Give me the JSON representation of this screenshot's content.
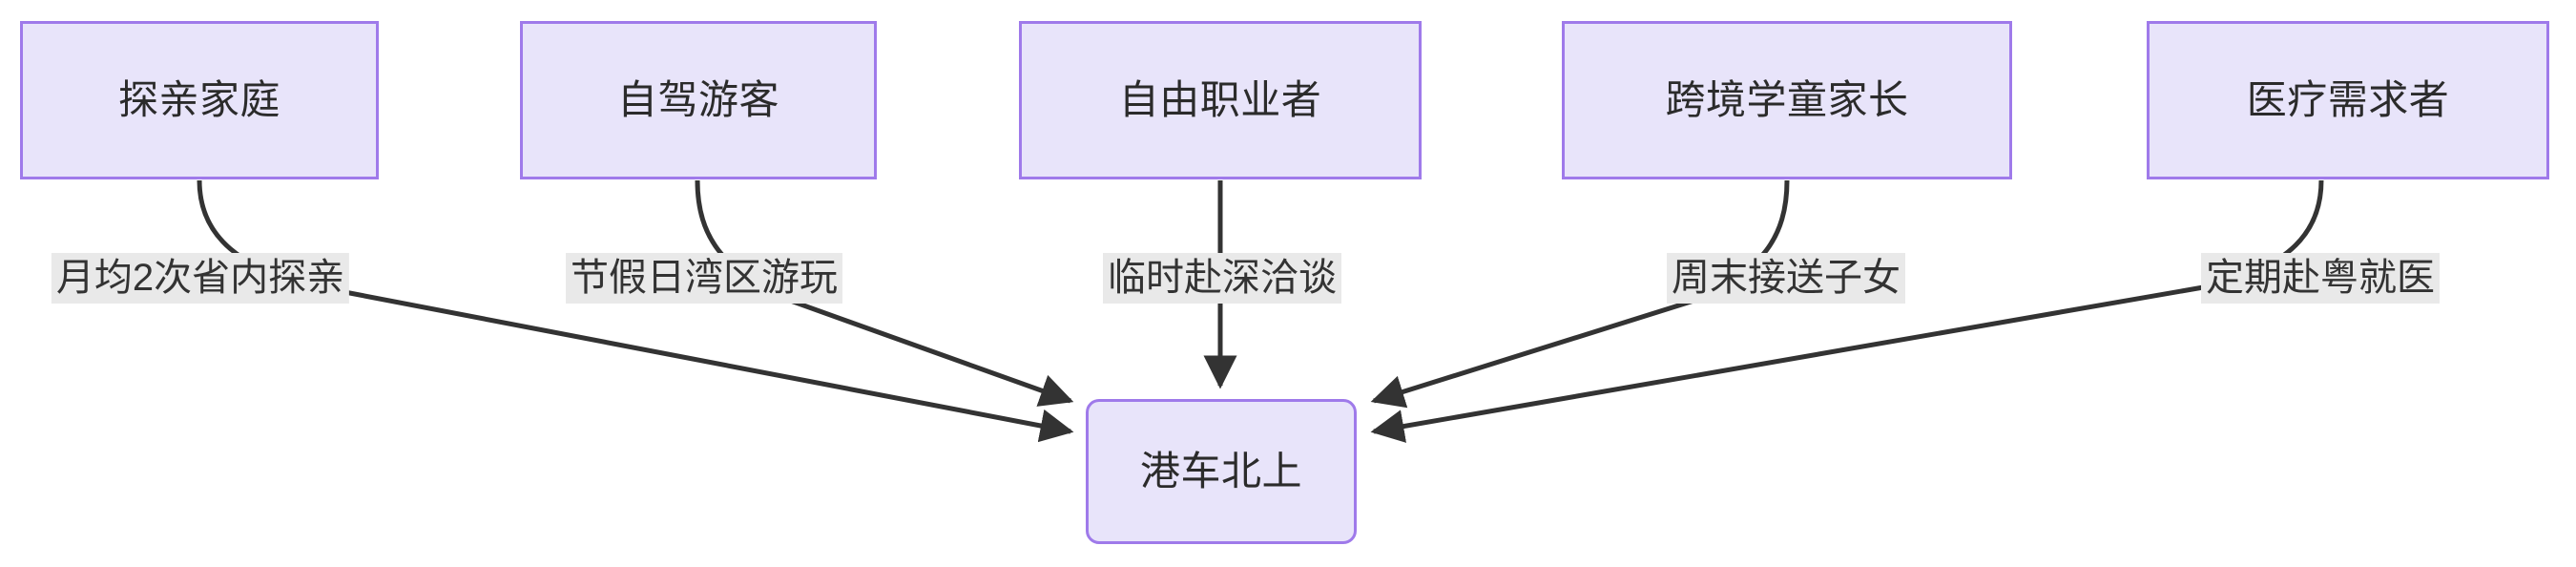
{
  "diagram": {
    "type": "flowchart",
    "direction": "bottom-convergent",
    "background_color": "#ffffff",
    "node_fill": "#e8e4fa",
    "node_border": "#9f7aea",
    "edge_color": "#333333",
    "edge_label_bg": "#e9e9e9",
    "target": {
      "id": "hk-cars-north",
      "label": "港车北上",
      "shape": "rounded-rectangle"
    },
    "sources": [
      {
        "id": "visit-family",
        "label": "探亲家庭",
        "shape": "rectangle"
      },
      {
        "id": "self-drive",
        "label": "自驾游客",
        "shape": "rectangle"
      },
      {
        "id": "freelancer",
        "label": "自由职业者",
        "shape": "rectangle"
      },
      {
        "id": "cross-border-parent",
        "label": "跨境学童家长",
        "shape": "rectangle"
      },
      {
        "id": "medical-need",
        "label": "医疗需求者",
        "shape": "rectangle"
      }
    ],
    "edges": [
      {
        "from": "visit-family",
        "to": "hk-cars-north",
        "label": "月均2次省内探亲"
      },
      {
        "from": "self-drive",
        "to": "hk-cars-north",
        "label": "节假日湾区游玩"
      },
      {
        "from": "freelancer",
        "to": "hk-cars-north",
        "label": "临时赴深洽谈"
      },
      {
        "from": "cross-border-parent",
        "to": "hk-cars-north",
        "label": "周末接送子女"
      },
      {
        "from": "medical-need",
        "to": "hk-cars-north",
        "label": "定期赴粤就医"
      }
    ]
  }
}
